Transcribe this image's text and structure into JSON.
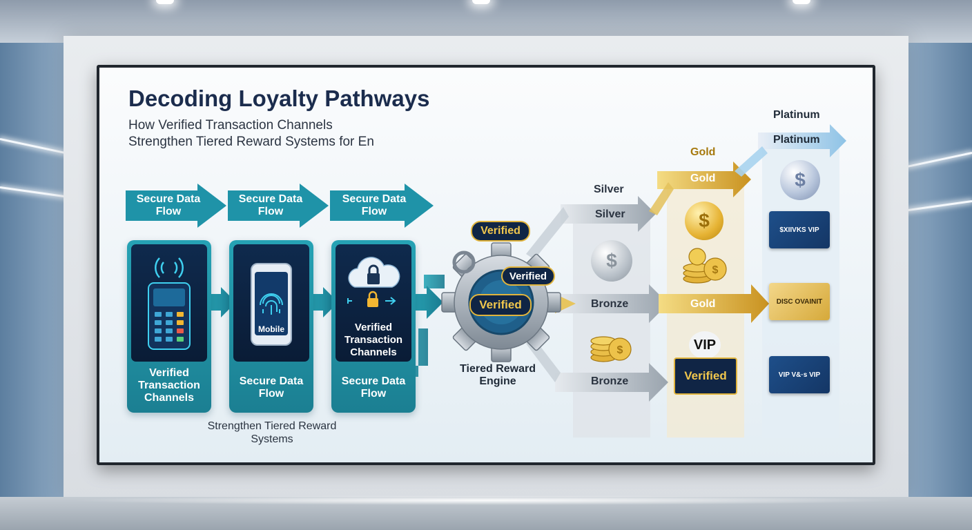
{
  "diagram": {
    "title": "Decoding Loyalty Pathways",
    "subtitle_line1": "How Verified Transaction Channels",
    "subtitle_line2": "Strengthen Tiered Reward Systems for En",
    "flow_arrows": [
      {
        "label": "Secure Data Flow"
      },
      {
        "label": "Secure Data Flow"
      },
      {
        "label": "Secure Data Flow"
      }
    ],
    "channels": [
      {
        "icon": "pos-terminal-icon",
        "inner_label": "",
        "caption": "Verified Transaction Channels"
      },
      {
        "icon": "fingerprint-phone-icon",
        "inner_label": "Mobile",
        "caption": "Secure Data Flow"
      },
      {
        "icon": "cloud-lock-icon",
        "inner_label": "Verified Transaction Channels",
        "caption": "Secure Data Flow"
      }
    ],
    "bottom_caption": "Strengthen Tiered Reward Systems",
    "engine": {
      "label": "Tiered Reward Engine",
      "badge_top": "Verified",
      "badge_side": "Verified",
      "badge_center": "Verified"
    },
    "tiers": {
      "silver_header": "Silver",
      "silver_arrow": "Silver",
      "bronze_arrow_mid": "Bronze",
      "bronze_arrow_low": "Bronze",
      "gold_header": "Gold",
      "gold_arrow_top": "Gold",
      "gold_arrow_mid": "Gold",
      "vip_label": "VIP",
      "vip_ticket": "Verified",
      "platinum_header": "Platinum",
      "platinum_arrow": "Platinum"
    },
    "cards": {
      "platinum_card_top": "$XIIVKS VIP",
      "gold_discount": "DISC OVAINIT",
      "platinum_card_bottom": "VIP V&·s VIP"
    },
    "coin_symbol": "$",
    "colors": {
      "teal": "#1f93a8",
      "navy": "#1b2c4d",
      "gold": "#d9a92c",
      "silver": "#aab3bd"
    }
  }
}
